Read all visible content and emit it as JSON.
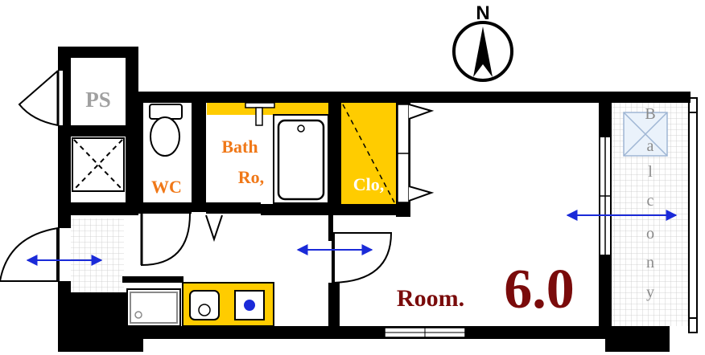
{
  "compass": {
    "label": "N"
  },
  "rooms": {
    "ps": "PS",
    "wc": "WC",
    "bath_line1": "Bath",
    "bath_line2": "Ro,",
    "closet": "Clo,",
    "room_label": "Room.",
    "room_size": "6.0",
    "balcony_letters": [
      "B",
      "a",
      "l",
      "c",
      "o",
      "n",
      "y"
    ]
  },
  "colors": {
    "wall": "#000000",
    "accent_yellow": "#ffcc00",
    "label_orange": "#f07818",
    "label_room": "#7a0b0b",
    "label_gray": "#a0a0a0",
    "arrow_blue": "#1a2ad8",
    "balcony_letters": "#8a8a8a"
  }
}
